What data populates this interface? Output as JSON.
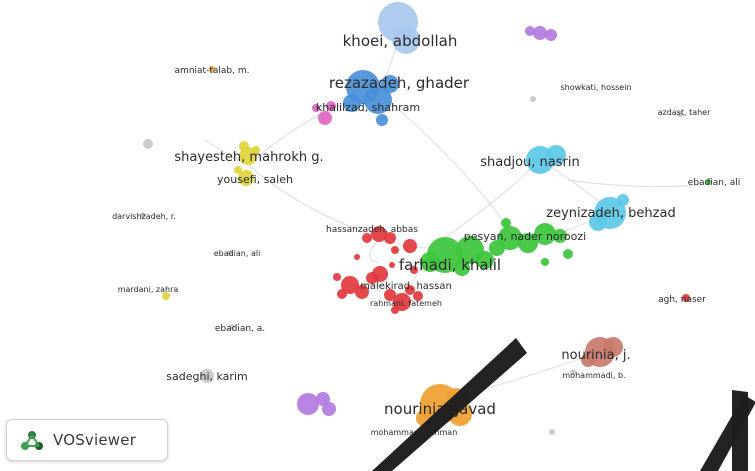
{
  "app": {
    "name": "VOSviewer"
  },
  "colors": {
    "red": "#e2383d",
    "green": "#3cc43c",
    "blue": "#4a90d9",
    "lightblue": "#a8c8ee",
    "yellow": "#e0d33c",
    "purple": "#b27be0",
    "cyan": "#5cc8e6",
    "orange": "#f0a030",
    "pink": "#e066c2",
    "brown": "#c97a6d",
    "gray": "#c8c8c8",
    "link": "#d9d9d9"
  },
  "nodes": [
    {
      "id": "khoei",
      "label": "khoei, abdollah",
      "color": "lightblue",
      "size": "large"
    },
    {
      "id": "amniat",
      "label": "amniat-talab, m.",
      "color": "orange",
      "size": "tiny"
    },
    {
      "id": "rezazadeh",
      "label": "rezazadeh, ghader",
      "color": "blue",
      "size": "large"
    },
    {
      "id": "khalilzadeh",
      "label": "khalilzad, shahram",
      "color": "pink",
      "size": "small"
    },
    {
      "id": "showkati",
      "label": "showkati, hossein",
      "color": "gray",
      "size": "tiny"
    },
    {
      "id": "azdast",
      "label": "azdast, taher",
      "color": "gray",
      "size": "tiny"
    },
    {
      "id": "shayesteh",
      "label": "shayesteh, mahrokh g.",
      "color": "yellow",
      "size": "medium"
    },
    {
      "id": "yousefi",
      "label": "yousefi, saleh",
      "color": "yellow",
      "size": "small"
    },
    {
      "id": "shadjou",
      "label": "shadjou, nasrin",
      "color": "cyan",
      "size": "medium"
    },
    {
      "id": "ebadian1",
      "label": "ebadian, ali",
      "color": "green",
      "size": "tiny"
    },
    {
      "id": "darvish",
      "label": "darvishzadeh, r.",
      "color": "gray",
      "size": "tiny"
    },
    {
      "id": "zeynizadeh",
      "label": "zeynizadeh, behzad",
      "color": "cyan",
      "size": "medium"
    },
    {
      "id": "hassanzadeh",
      "label": "hassanzadeh, abbas",
      "color": "red",
      "size": "small"
    },
    {
      "id": "pesyan",
      "label": "pesyan, nader noroozi",
      "color": "green",
      "size": "medium"
    },
    {
      "id": "ebadian2",
      "label": "ebadian, ali",
      "color": "gray",
      "size": "tiny"
    },
    {
      "id": "farhadi",
      "label": "farhadi, khalil",
      "color": "green",
      "size": "large"
    },
    {
      "id": "mardani",
      "label": "mardani, zahra",
      "color": "yellow",
      "size": "tiny"
    },
    {
      "id": "malekirad",
      "label": "malekirad, hassan",
      "color": "red",
      "size": "small"
    },
    {
      "id": "rahmani",
      "label": "rahmani, fatemeh",
      "color": "red",
      "size": "small"
    },
    {
      "id": "agh",
      "label": "agh, naser",
      "color": "red",
      "size": "tiny"
    },
    {
      "id": "ebadian3",
      "label": "ebadian, a.",
      "color": "gray",
      "size": "tiny"
    },
    {
      "id": "nourinia_j",
      "label": "nourinia, j.",
      "color": "brown",
      "size": "medium"
    },
    {
      "id": "mohammadi_b",
      "label": "mohammadi, b.",
      "color": "gray",
      "size": "tiny"
    },
    {
      "id": "sadeghi",
      "label": "sadeghi, karim",
      "color": "gray",
      "size": "small"
    },
    {
      "id": "nourinia_javad",
      "label": "nourinia, javad",
      "color": "orange",
      "size": "large"
    },
    {
      "id": "mohammadi_r",
      "label": "mohammadi, rahman",
      "color": "gray",
      "size": "tiny"
    }
  ]
}
